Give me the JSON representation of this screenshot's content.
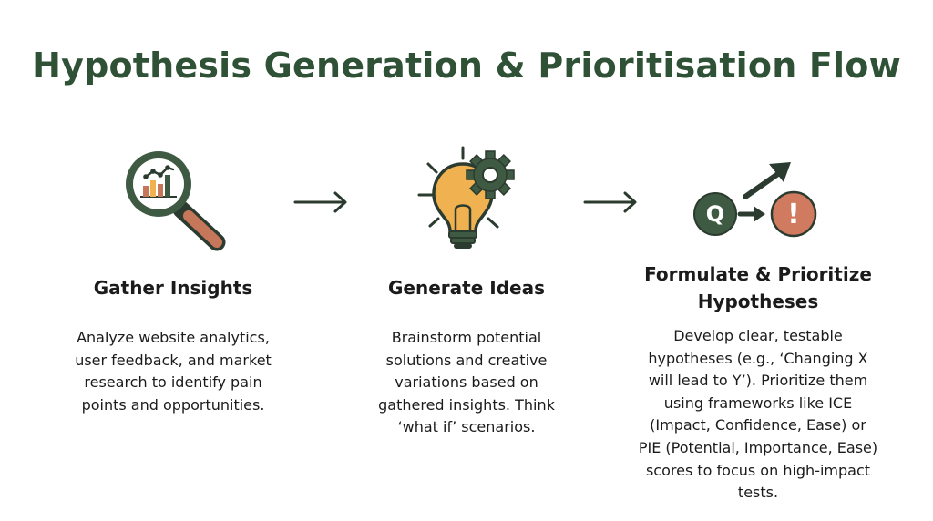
{
  "title": "Hypothesis Generation & Prioritisation Flow",
  "colors": {
    "title": "#2f5237",
    "dark_green": "#3f5a43",
    "bulb": "#f0b250",
    "handle": "#c6775a",
    "alert": "#d07a5f"
  },
  "steps": [
    {
      "icon": "magnifier-chart-icon",
      "heading": "Gather Insights",
      "lines": [
        "Analyze website analytics,",
        "user feedback, and market",
        "research to identify pain",
        "points and opportunities."
      ]
    },
    {
      "icon": "lightbulb-gear-icon",
      "heading": "Generate Ideas",
      "lines": [
        "Brainstorm potential",
        "solutions and creative",
        "variations based on",
        "gathered insights. Think",
        "‘what if’ scenarios."
      ]
    },
    {
      "icon": "question-to-alert-icon",
      "icon_letter": "Q",
      "icon_alert": "!",
      "heading_lines": [
        "Formulate & Prioritize",
        "Hypotheses"
      ],
      "lines": [
        "Develop clear, testable",
        "hypotheses (e.g., ‘Changing X",
        "will lead to Y’). Prioritize them",
        "using frameworks like ICE",
        "(Impact, Confidence, Ease) or",
        "PIE (Potential, Importance, Ease)",
        "scores to focus on high-impact",
        "tests."
      ]
    }
  ]
}
